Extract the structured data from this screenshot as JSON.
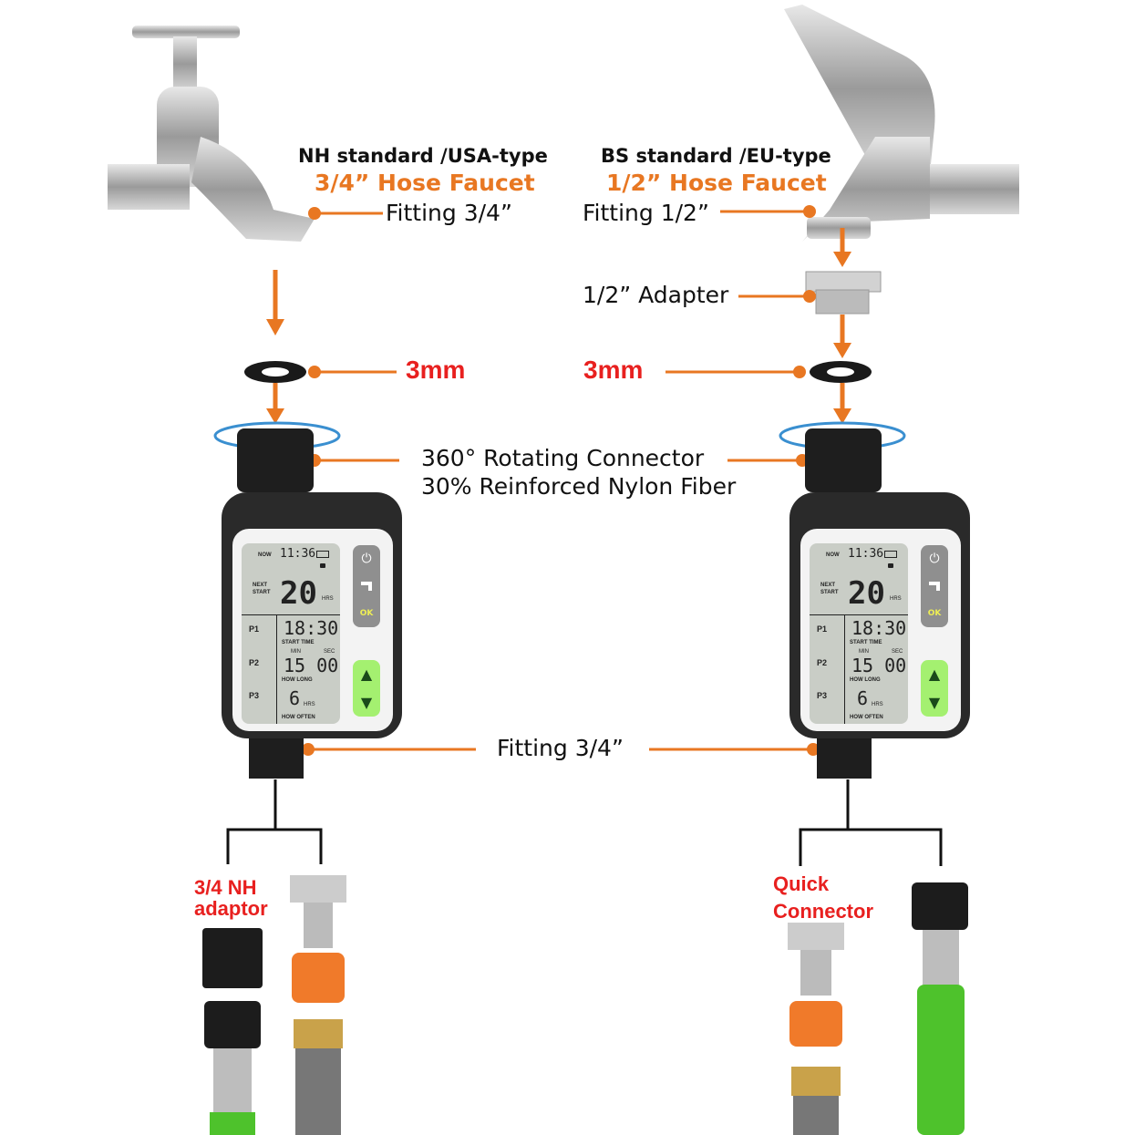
{
  "left": {
    "standard": "NH standard /USA-type",
    "faucet": "3/4” Hose Faucet",
    "fitting": "Fitting 3/4”",
    "washer": "3mm",
    "adaptor_label": "3/4 NH adaptor"
  },
  "right": {
    "standard": "BS standard /EU-type",
    "faucet": "1/2” Hose Faucet",
    "fitting": "Fitting 1/2”",
    "adapter": "1/2” Adapter",
    "washer": "3mm",
    "connector_label": "Quick Connector"
  },
  "center": {
    "rotating": "360° Rotating Connector",
    "nylon": "30% Reinforced Nylon Fiber",
    "outlet_fitting": "Fitting 3/4”"
  },
  "lcd": {
    "now": "NOW",
    "clock": "11:36",
    "next_start": "NEXT START",
    "next_value": "20",
    "hrs": "HRS",
    "p1": "P1",
    "p2": "P2",
    "p3": "P3",
    "start_time": "18:30",
    "start_time_label": "START TIME",
    "min": "MIN",
    "sec": "SEC",
    "duration": "15 00",
    "how_long": "HOW LONG",
    "frequency": "6",
    "how_often": "HOW OFTEN",
    "ok": "OK"
  },
  "colors": {
    "accent": "#e87722",
    "label_red": "#e8201f",
    "button_green": "#a4f070"
  }
}
